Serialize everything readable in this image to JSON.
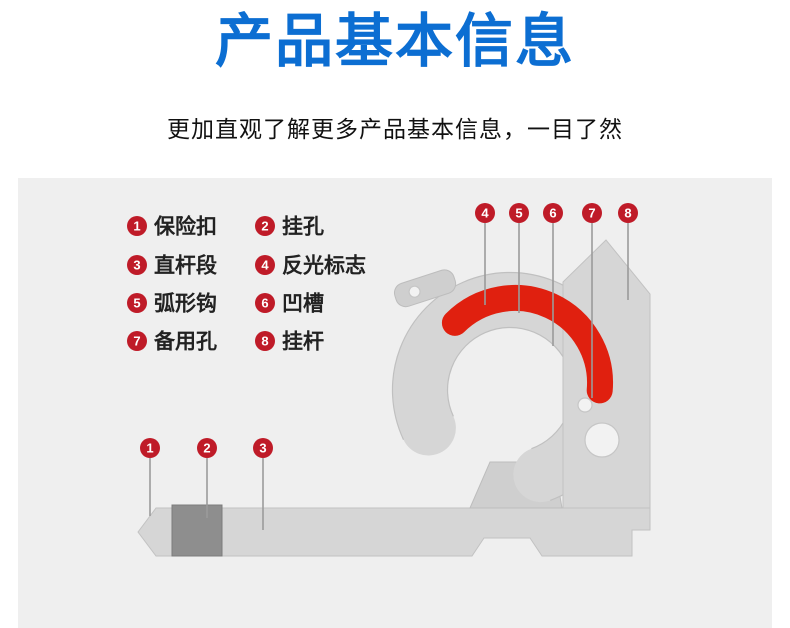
{
  "header": {
    "title": "产品基本信息",
    "subtitle": "更加直观了解更多产品基本信息，一目了然",
    "title_color": "#0c6ed2",
    "text_color": "#111111"
  },
  "diagram": {
    "background_color": "#efefef",
    "marker_color": "#bf1b28",
    "highlight_color": "#e0200f",
    "body_color": "#d6d6d6",
    "legend": [
      {
        "num": "1",
        "label": "保险扣"
      },
      {
        "num": "2",
        "label": "挂孔"
      },
      {
        "num": "3",
        "label": "直杆段"
      },
      {
        "num": "4",
        "label": "反光标志"
      },
      {
        "num": "5",
        "label": "弧形钩"
      },
      {
        "num": "6",
        "label": "凹槽"
      },
      {
        "num": "7",
        "label": "备用孔"
      },
      {
        "num": "8",
        "label": "挂杆"
      }
    ],
    "callouts_top": [
      "4",
      "5",
      "6",
      "7",
      "8"
    ],
    "callouts_bottom": [
      "1",
      "2",
      "3"
    ]
  }
}
